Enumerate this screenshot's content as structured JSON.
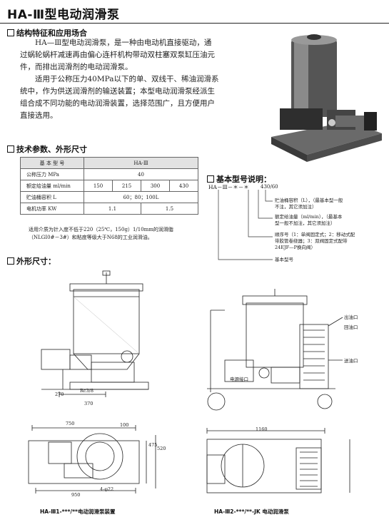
{
  "title": "HA-Ⅲ型电动润滑泵",
  "section1": {
    "heading": "结构特征和应用场合",
    "lines": [
      "HA—Ⅲ型电动润滑泵，是一种由电动机直接驱动，通",
      "过蜗轮蜗杆减速再由偏心连杆机构带动双柱塞双泵缸压油元",
      "件，而排出润滑剂的电动润滑泵。",
      "适用于公称压力40MPa以下的单、双线干、稀油润滑系",
      "统中，作为供送润滑剂的输送装置；本型电动润滑泵经派生",
      "组合成不同功能的电动润滑装置，选择范围广，且方便用户",
      "直接选用。"
    ]
  },
  "section2": {
    "heading": "技术参数、外形尺寸",
    "table": {
      "header": [
        "基 本 型 号",
        "HA-Ⅲ"
      ],
      "pressure_label": "公称压力 MPa",
      "pressure_value": "40",
      "flow_label": "额定给油量 ml/min",
      "flow_values": [
        "150",
        "215",
        "300",
        "430"
      ],
      "tank_label": "贮油桶容积 L",
      "tank_value": "60；80；100L",
      "motor_label": "电机功率 KW",
      "motor_values": [
        "1.1",
        "1.5"
      ]
    },
    "note_lines": [
      "适用介质为针入度不低于220（25℃，150g）1/10mm的润滑脂",
      "（NLGI0#－3#）和粘度等级大于N68的工业润滑油。"
    ]
  },
  "section3": {
    "heading": "基本型号说明：",
    "code": "HA－Ⅲ－＊－＊",
    "code_suffix": "430/60",
    "items": [
      "贮油桶容积（L），（最基本型一般不注，其它须加注）",
      "额定给油量（ml/min），（最基本型一般不加注，其它须加注）",
      "顺序号（1：单阀固定式；2：移动式配带胶管卷绕器；3：双阀固定式配带24EJF—P换向阀）",
      "基本型号"
    ]
  },
  "section4": {
    "heading": "外形尺寸：",
    "dims_left": [
      "270",
      "Rc3/8",
      "370",
      "750",
      "100",
      "475",
      "520",
      "950",
      "4-φ22"
    ],
    "labels_right": [
      "电源接口",
      "出油口",
      "回油口",
      "送油口",
      "1160"
    ],
    "caption_left": "HA-Ⅲ1-***/**电动润滑泵装置",
    "caption_right": "HA-Ⅲ2-***/**-JK 电动润滑泵"
  }
}
